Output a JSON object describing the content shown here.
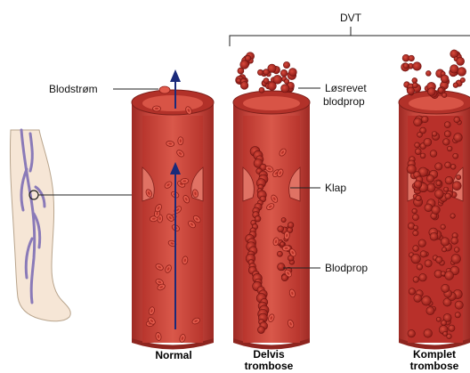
{
  "bracket_label": "DVT",
  "labels": {
    "blood_flow": "Blodstrøm",
    "detached_clot_1": "Løsrevet",
    "detached_clot_2": "blodprop",
    "valve": "Klap",
    "clot": "Blodprop"
  },
  "captions": {
    "normal": "Normal",
    "partial_1": "Delvis",
    "partial_2": "trombose",
    "complete_1": "Komplet",
    "complete_2": "trombose"
  },
  "colors": {
    "vessel_wall": "#c0413a",
    "vessel_lumen": "#d24a3f",
    "rim": "#b8342c",
    "cell": "#e25b4c",
    "clot": "#b8241f",
    "arrow": "#1a2a7a",
    "leg_skin": "#f6e6d6",
    "leg_vein": "#8a7ab8"
  }
}
